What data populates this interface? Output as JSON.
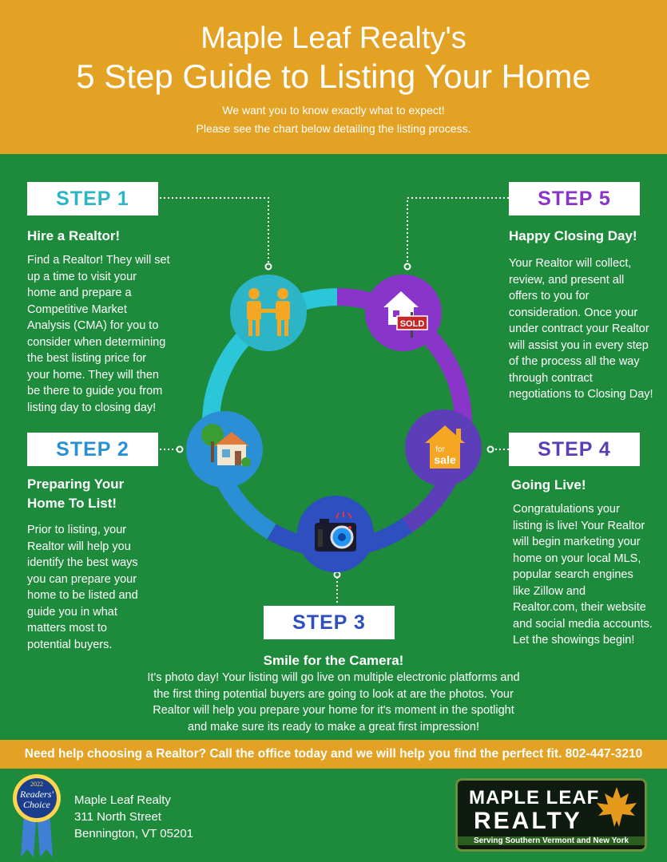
{
  "header": {
    "title_line1": "Maple Leaf Realty's",
    "title_line2": "5 Step Guide to Listing Your Home",
    "subtitle_line1": "We want you to know exactly what to expect!",
    "subtitle_line2": "Please see the chart below detailing the listing process."
  },
  "steps": [
    {
      "label": "STEP 1",
      "heading": "Hire a Realtor!",
      "body": [
        "Find a Realtor! They will set",
        "up a time to visit your",
        "home and prepare a",
        "Competitive Market",
        "Analysis (CMA) for you to",
        "consider when determining",
        "the best listing price for",
        "your home. They will then",
        "be there to guide you from",
        "listing day to closing day!"
      ],
      "color": "#2bb5c7"
    },
    {
      "label": "STEP 2",
      "heading": [
        "Preparing Your",
        "Home To List!"
      ],
      "body": [
        "Prior to listing, your",
        "Realtor will help you",
        "identify the best ways",
        "you can prepare your",
        "home to be listed and",
        "guide you in what",
        "matters most to",
        "potential buyers."
      ],
      "color": "#2a8fd4"
    },
    {
      "label": "STEP 3",
      "heading": "Smile for the Camera!",
      "body": [
        "It's photo day! Your listing will go live on multiple electronic platforms and",
        "the first thing potential buyers are going to look at are the photos. Your",
        "Realtor will help you prepare your home for it's moment in the spotlight",
        "and make sure its ready to make a great first impression!"
      ],
      "color": "#2d4fbf"
    },
    {
      "label": "STEP 4",
      "heading": "Going Live!",
      "body": [
        "Congratulations your",
        "listing is live! Your Realtor",
        "will begin marketing your",
        "home on your local MLS,",
        "popular search engines",
        "like Zillow and",
        "Realtor.com, their website",
        "and social media accounts.",
        "Let the showings begin!"
      ],
      "color": "#5c3fb8"
    },
    {
      "label": "STEP 5",
      "heading": "Happy Closing Day!",
      "body": [
        "Your Realtor will collect,",
        "review, and present all",
        "offers to you for",
        "consideration. Once your",
        "under contract your Realtor",
        "will assist you in every step",
        "of the process all the way",
        "through contract",
        "negotiations to Closing Day!"
      ],
      "color": "#8a35c9"
    }
  ],
  "icons": {
    "step1": "handshake-people-icon",
    "step2": "house-with-tree-icon",
    "step3": "camera-icon",
    "step4": "for-sale-sign-icon",
    "step5": "sold-sign-icon",
    "sold_text": "SOLD",
    "for_text": "for",
    "sale_text": "sale"
  },
  "banner": {
    "text": "Need help choosing a Realtor? Call the office today and we will help you find the perfect fit. 802-447-3210"
  },
  "footer": {
    "award_line1": "2022",
    "award_line2": "Readers'",
    "award_line3": "Choice",
    "company": "Maple Leaf Realty",
    "street": "311 North Street",
    "city": "Bennington, VT 05201",
    "logo_line1": "MAPLE LEAF",
    "logo_line2": "REALTY",
    "logo_tagline": "Serving Southern Vermont and New York"
  },
  "colors": {
    "orange": "#e3a223",
    "green": "#1e8a3c",
    "white": "#ffffff"
  }
}
